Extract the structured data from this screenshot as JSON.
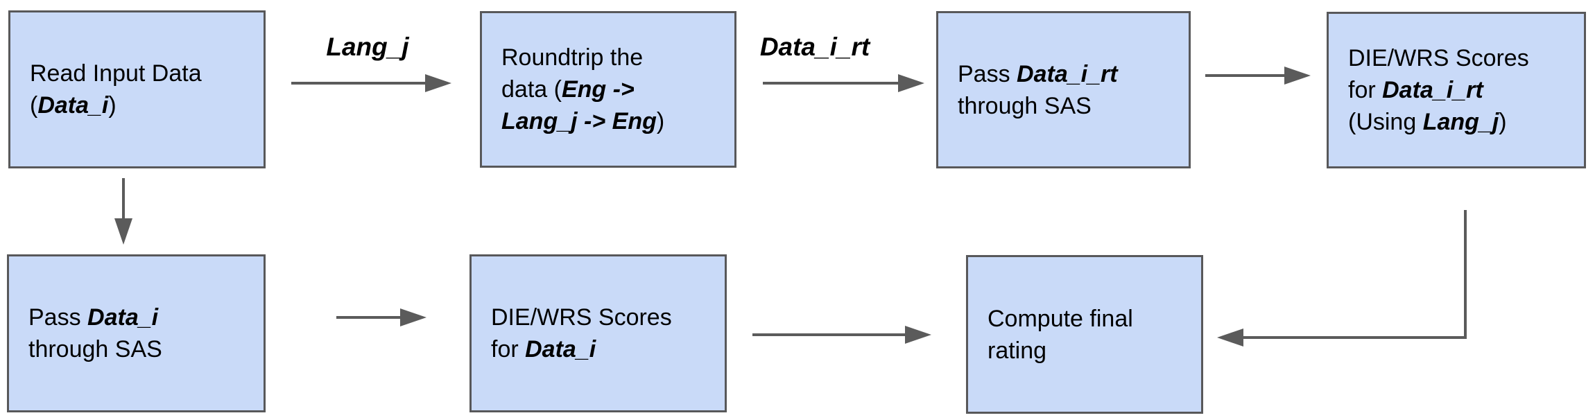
{
  "colors": {
    "canvas": "#ffffff",
    "box-fill": "#c9daf8",
    "box-border": "#58585a",
    "arrow": "#5b5b5b",
    "text": "#000000"
  },
  "nodes": {
    "read_input": {
      "l1": "Read Input Data",
      "l2a": "(",
      "l2b": "Data_i",
      "l2c": ")"
    },
    "roundtrip": {
      "l1": "Roundtrip the",
      "l2a": "data (",
      "l2b": "Eng ->",
      "l3a": "Lang_j -> Eng",
      "l3b": ")"
    },
    "pass_rt": {
      "l1a": "Pass ",
      "l1b": "Data_i_rt",
      "l2": "through SAS"
    },
    "scores_rt": {
      "l1": "DIE/WRS Scores",
      "l2a": "for ",
      "l2b": "Data_i_rt",
      "l3a": "(Using ",
      "l3b": "Lang_j",
      "l3c": ")"
    },
    "pass_orig": {
      "l1a": "Pass ",
      "l1b": "Data_i",
      "l2": "through SAS"
    },
    "scores_orig": {
      "l1": "DIE/WRS Scores",
      "l2a": "for ",
      "l2b": "Data_i"
    },
    "final_rating": {
      "l1": "Compute final",
      "l2": "rating"
    }
  },
  "edge_labels": {
    "lang_j": "Lang_j",
    "data_i_rt": "Data_i_rt"
  }
}
